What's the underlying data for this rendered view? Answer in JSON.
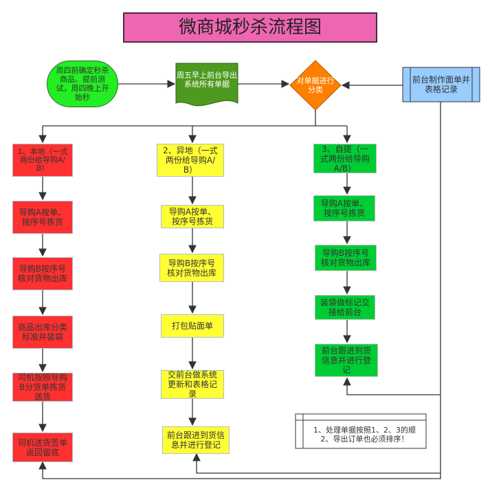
{
  "title": "微商城秒杀流程图",
  "start": "周四前确定秒杀商品、提前测试，周四晚上开始秒",
  "doc": "周五早上前台导出系统所有单据",
  "decision": "对单据进行分类",
  "side": "前台制作面单并表格记录",
  "col1": {
    "header": "1、本地（一式两份给导购A/B）",
    "steps": [
      "导购A按单、按序号拣货",
      "导购B按序号核对货物出库",
      "商品出库分类标准并装袋",
      "司机按照导购B分货单拣货送货",
      "司机送货签单返回留底"
    ]
  },
  "col2": {
    "header": "2、异地（一式两份给导购A/B）",
    "steps": [
      "导购A按单、按序号拣货",
      "导购B按序号核对货物出库",
      "打包贴面单",
      "交前台做系统更新和表格记录",
      "前台跟进到货信息并进行登记"
    ]
  },
  "col3": {
    "header": "3、自提（一式两份给导购A/B）",
    "steps": [
      "导购A按单、按序号拣货",
      "导购B按序号核对货物出库",
      "装袋做标记交接给前台",
      "前台跟进到货信息并进行登记"
    ]
  },
  "note": {
    "line1": "1、处理单据按照1、2、3的顺",
    "line2": "2、导出订单也必须排序！"
  },
  "colors": {
    "title": "#ee66b2",
    "red": "#ff3030",
    "yellow": "#ffff33",
    "green": "#00cc33",
    "start": "#22ee22",
    "doc": "#4d9a1f",
    "decision": "#ff8000",
    "side": "#99ccff"
  }
}
